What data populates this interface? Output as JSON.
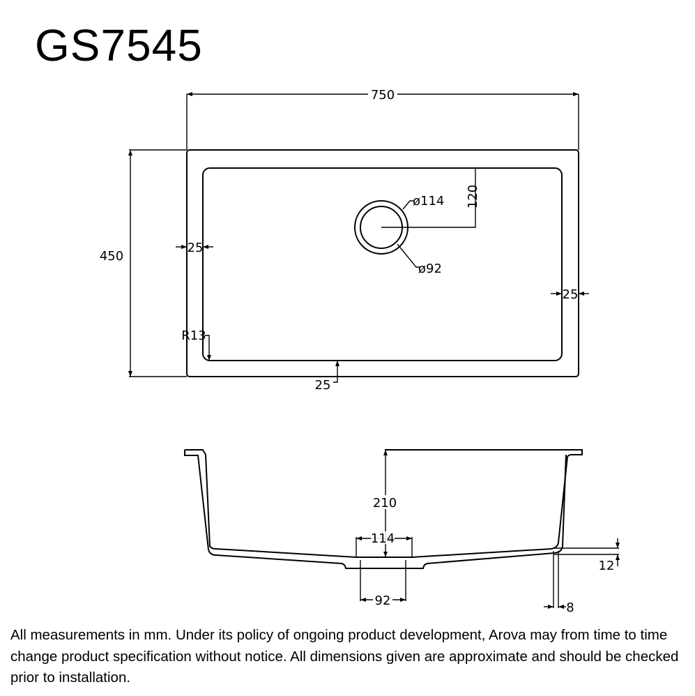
{
  "title": "GS7545",
  "top_view": {
    "width_dim": "750",
    "height_dim": "450",
    "outer_drain_dim": "ø114",
    "inner_drain_dim": "ø92",
    "drain_offset_dim": "120",
    "left_rim_dim": "25",
    "right_rim_dim": "25",
    "bottom_rim_dim": "25",
    "corner_radius_dim": "R13"
  },
  "section_view": {
    "depth_dim": "210",
    "drain_flange_dim": "114",
    "drain_pipe_dim": "92",
    "base_thickness_dim": "12",
    "wall_thickness_dim": "8"
  },
  "footer": "All measurements in mm. Under its policy of ongoing product development, Arova may from time to time change product specification without notice. All dimensions given are approximate and should be checked prior to installation."
}
